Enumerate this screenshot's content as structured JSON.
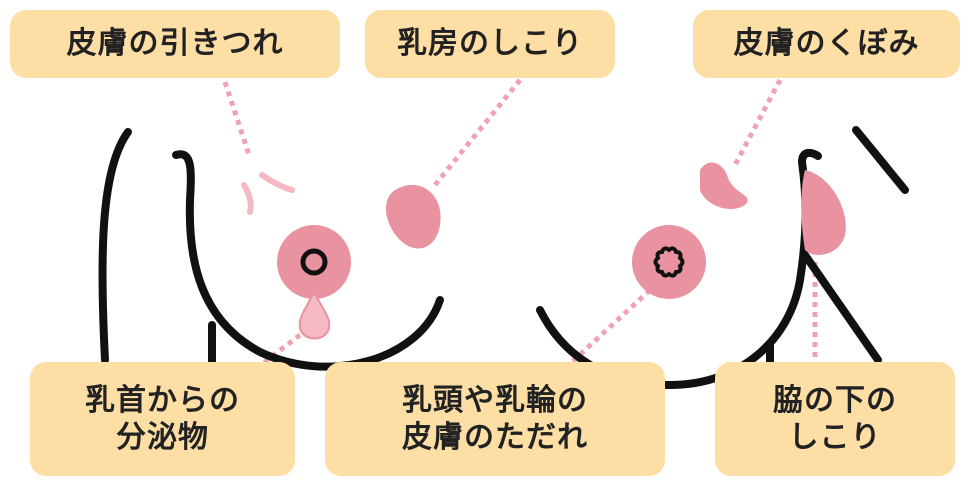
{
  "labels": {
    "skin_retraction": "皮膚の引きつれ",
    "breast_lump": "乳房のしこり",
    "skin_dimpling": "皮膚のくぼみ",
    "nipple_discharge": [
      "乳首からの",
      "分泌物"
    ],
    "nipple_areola_erosion": [
      "乳頭や乳輪の",
      "皮膚のただれ"
    ],
    "axillary_lump": [
      "脇の下の",
      "しこり"
    ]
  },
  "colors": {
    "label_bg": "#FDDFA5",
    "pink": "#E8939F",
    "light_pink": "#F4B9C2",
    "leader_line": "#EFA3B0",
    "outline": "#111111"
  }
}
